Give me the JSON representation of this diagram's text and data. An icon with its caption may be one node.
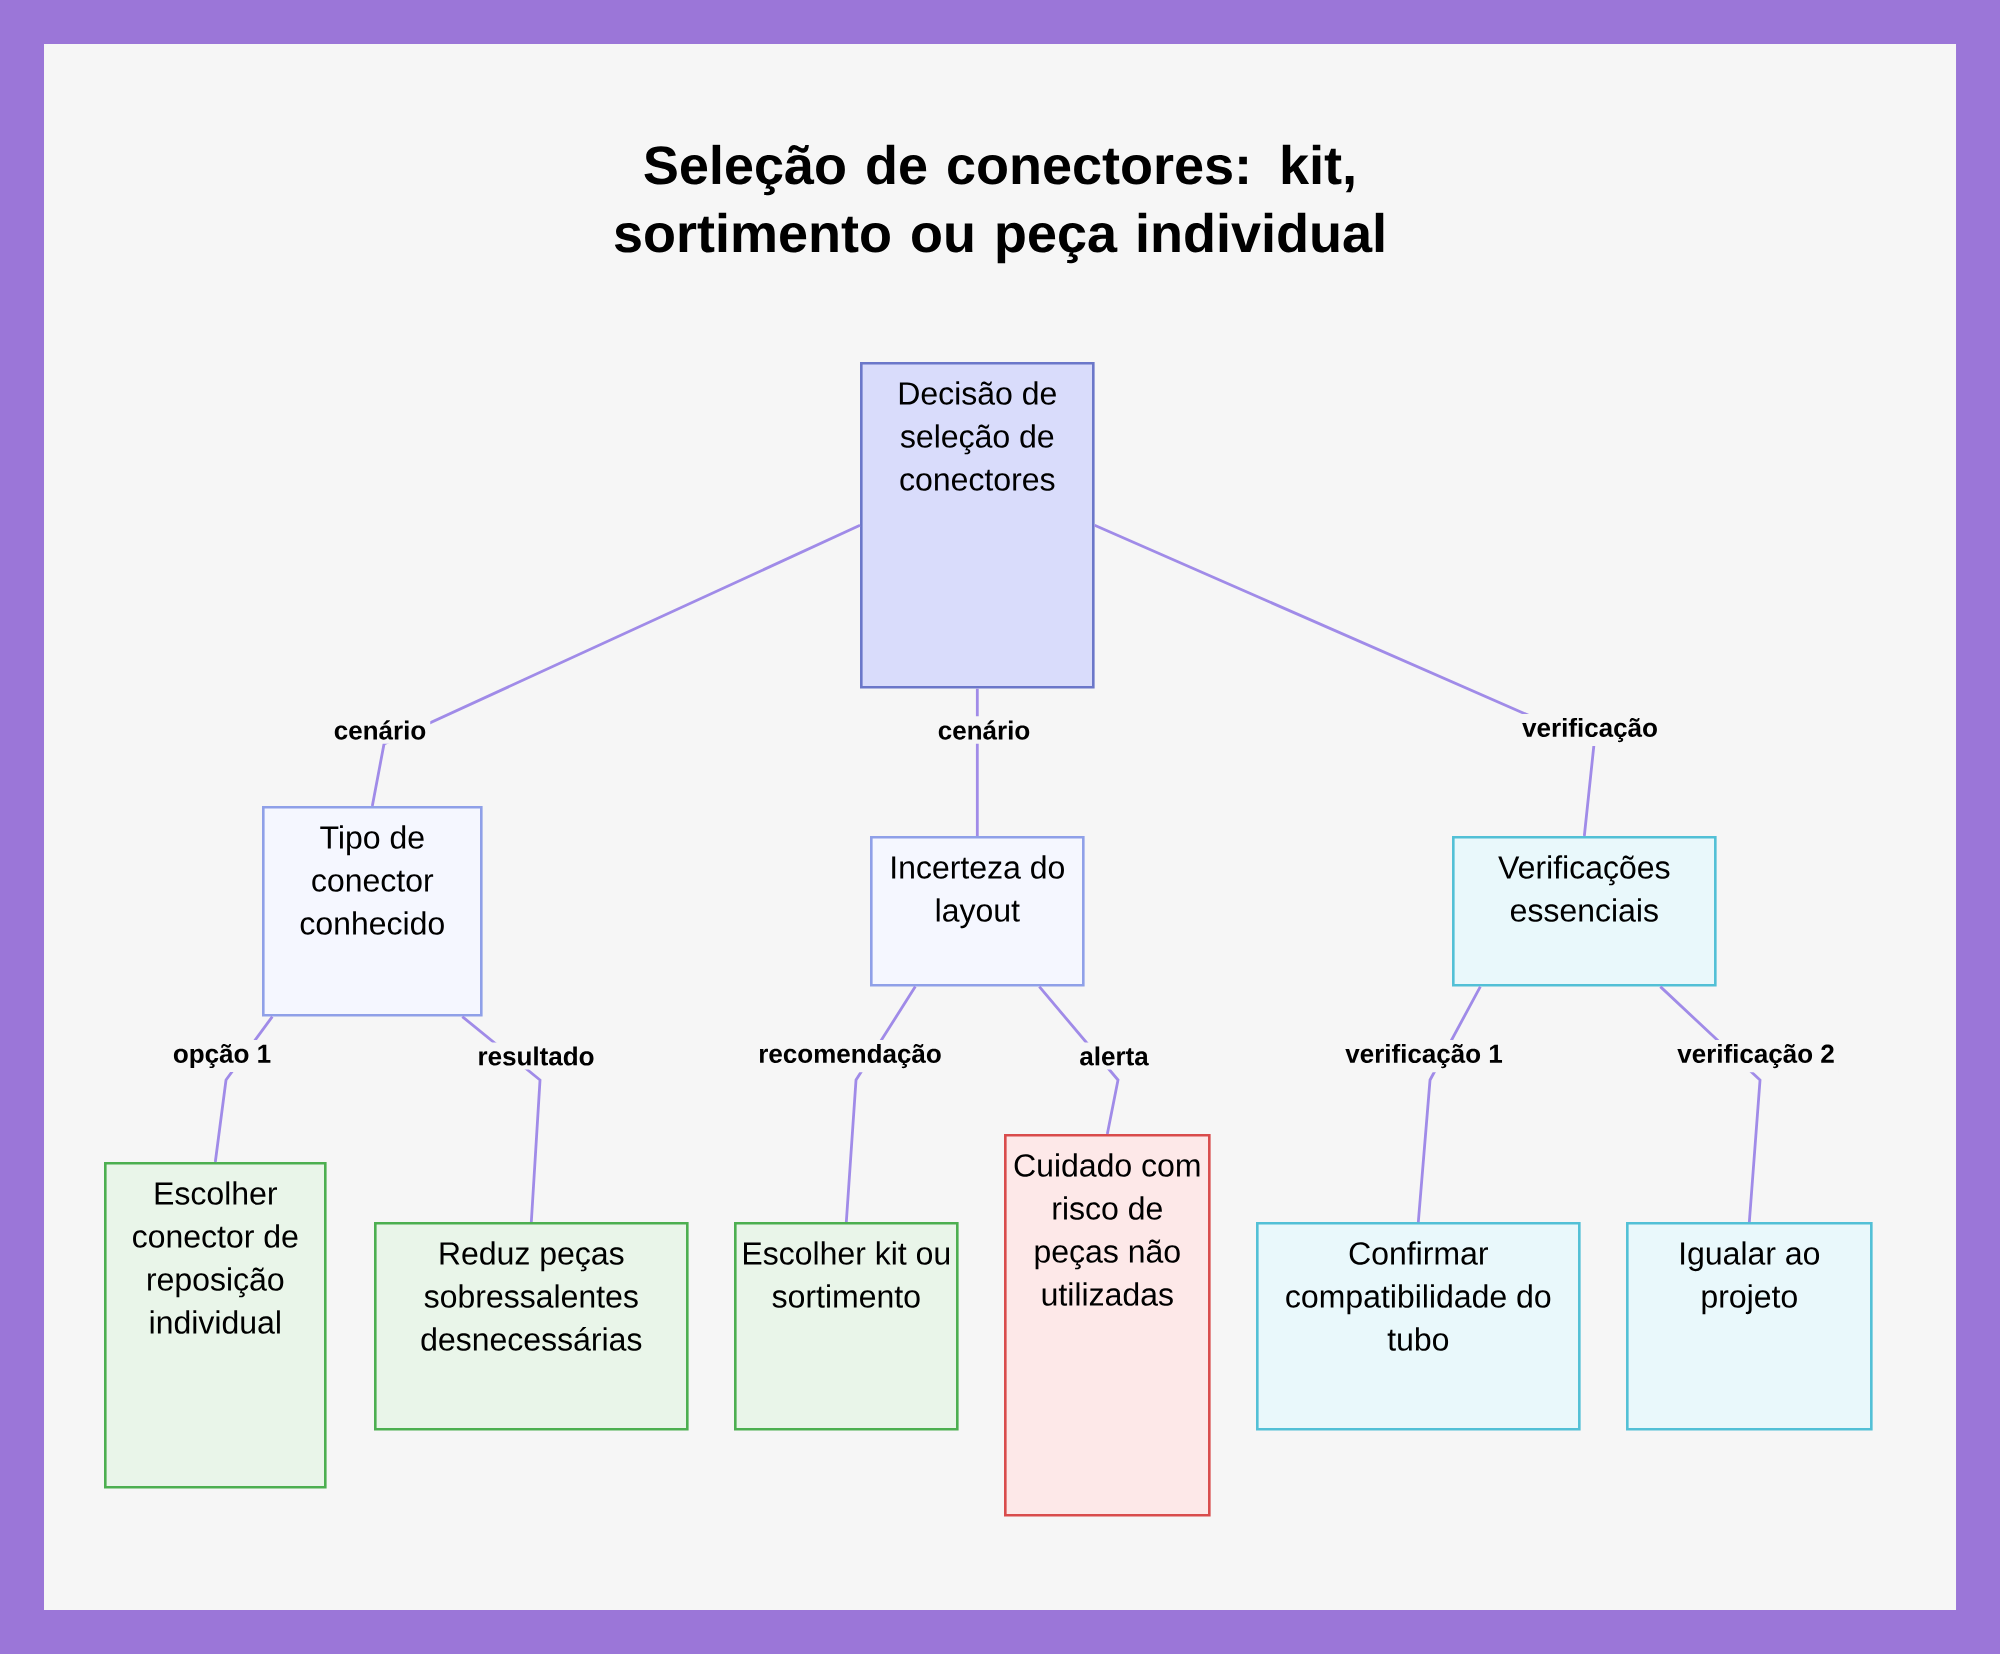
{
  "diagram": {
    "title": "Seleção de conectores: kit, sortimento ou peça individual",
    "nodes": [
      {
        "text": [
          "Decisão de seleção de conectores"
        ]
      },
      {
        "text": [
          "Tipo de conector conhecido"
        ]
      },
      {
        "text": [
          "Incerteza do layout"
        ]
      },
      {
        "text": [
          "Verificações essenciais"
        ]
      },
      {
        "text": [
          "Escolher conector de reposição individual"
        ]
      },
      {
        "text": [
          "Reduz peças sobressalentes desnecessárias"
        ]
      },
      {
        "text": [
          "Escolher kit ou sortimento"
        ]
      },
      {
        "text": [
          "Cuidado com risco de peças não utilizadas"
        ]
      },
      {
        "text": [
          "Confirmar compatibilidade do tubo"
        ]
      },
      {
        "text": [
          "Igualar ao projeto"
        ]
      }
    ],
    "edges": [
      {
        "from": 0,
        "to": 1,
        "arrow": "none",
        "label": "cenário"
      },
      {
        "from": 0,
        "to": 2,
        "arrow": "none",
        "label": "cenário"
      },
      {
        "from": 0,
        "to": 3,
        "arrow": "none",
        "label": "verificação"
      },
      {
        "from": 1,
        "to": 4,
        "arrow": "none",
        "label": "opção 1"
      },
      {
        "from": 1,
        "to": 5,
        "arrow": "none",
        "label": "resultado"
      },
      {
        "from": 2,
        "to": 6,
        "arrow": "none",
        "label": "recomendação"
      },
      {
        "from": 2,
        "to": 7,
        "arrow": "none",
        "label": "alerta"
      },
      {
        "from": 3,
        "to": 8,
        "arrow": "none",
        "label": "verificação 1"
      },
      {
        "from": 3,
        "to": 9,
        "arrow": "none",
        "label": "verificação 2"
      }
    ]
  }
}
